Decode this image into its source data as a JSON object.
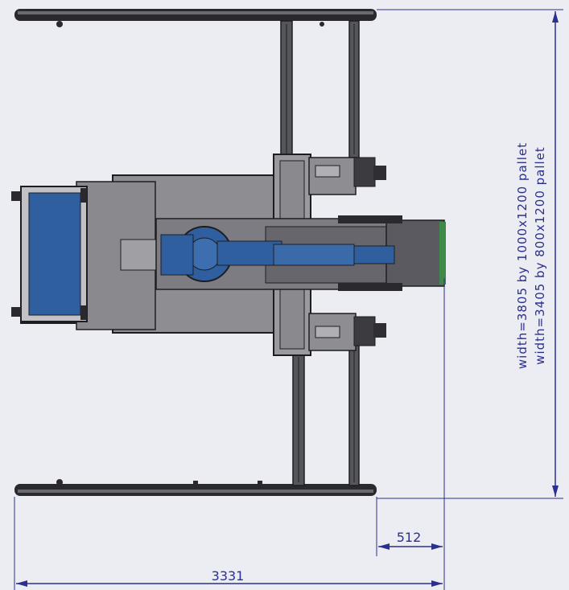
{
  "dimensions": {
    "bottom_total": "3331",
    "offset": "512",
    "vertical_line1": "width=3805 by 1000x1200 pallet",
    "vertical_line2": "width=3405 by 800x1200 pallet"
  },
  "colors": {
    "background": "#ecedf3",
    "dimension": "#2b2f8f",
    "frame_gray": "#8e8e92",
    "dark": "#1e1e22",
    "blue": "#2f5f9e"
  }
}
